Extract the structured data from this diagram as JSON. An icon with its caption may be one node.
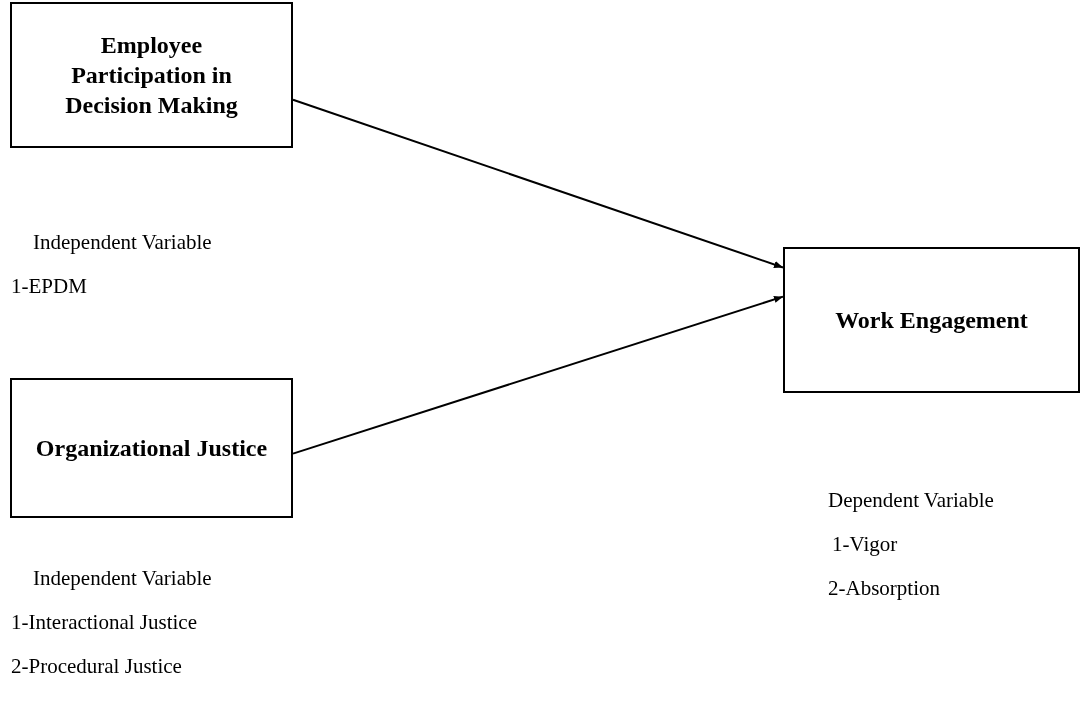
{
  "diagram": {
    "nodes": [
      {
        "text": [
          "Employee Participation in Decision Making"
        ],
        "beside": [
          "Independent Variable",
          "1-EPDM"
        ]
      },
      {
        "text": [
          "Work Engagement"
        ],
        "beside": [
          "Dependent Variable",
          "1-Vigor",
          "2-Absorption"
        ]
      },
      {
        "text": [
          "Organizational Justice"
        ],
        "beside": [
          "Independent Variable",
          "1-Interactional Justice",
          "2-Procedural Justice"
        ]
      }
    ],
    "edges": [
      {
        "from": 0,
        "to": 1,
        "arrow": "to"
      },
      {
        "from": 2,
        "to": 1,
        "arrow": "to"
      }
    ]
  }
}
